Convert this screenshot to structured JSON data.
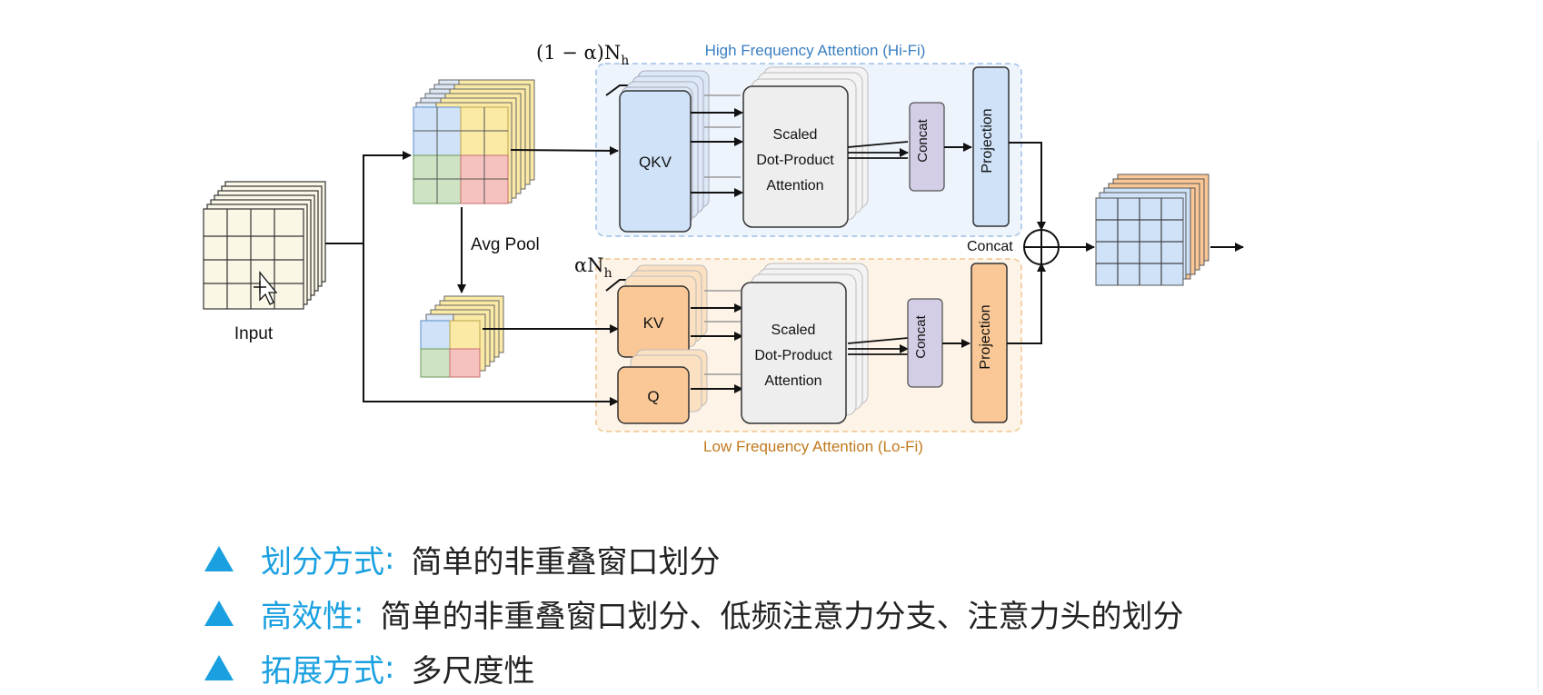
{
  "diagram": {
    "labels": {
      "input": "Input",
      "avg_pool": "Avg Pool",
      "hifi_title": "High Frequency Attention (Hi-Fi)",
      "lofi_title": "Low Frequency Attention (Lo-Fi)",
      "hifi_heads": "(1 − α)N",
      "lofi_heads": "αN",
      "heads_subscript": "h",
      "qkv": "QKV",
      "kv": "KV",
      "q": "Q",
      "sdpa_line1": "Scaled",
      "sdpa_line2": "Dot-Product",
      "sdpa_line3": "Attention",
      "concat": "Concat",
      "projection": "Projection",
      "concat_merge": "Concat"
    },
    "colors": {
      "blue_fill": "#cfe2f8",
      "blue_stroke": "#5b8cc6",
      "orange_fill": "#f9c896",
      "orange_stroke": "#c98a3a",
      "hifi_bg": "#eef4fc",
      "lofi_bg": "#fdf3e7",
      "concat_fill": "#d3cde6",
      "gray_fill": "#eeeeee",
      "hifi_text": "#3a7fc0",
      "lofi_text": "#c07a1e",
      "grid_cream": "#fbf7e6",
      "grid_yellow": "#fbe9a6",
      "grid_red": "#f6c2c0",
      "grid_green": "#cde3c3"
    }
  },
  "bullets": [
    {
      "key": "划分方式",
      "sep": ":",
      "value": "简单的非重叠窗口划分"
    },
    {
      "key": "高效性",
      "sep": ":",
      "value": "简单的非重叠窗口划分、低频注意力分支、注意力头的划分"
    },
    {
      "key": "拓展方式",
      "sep": ":",
      "value": "多尺度性"
    }
  ]
}
